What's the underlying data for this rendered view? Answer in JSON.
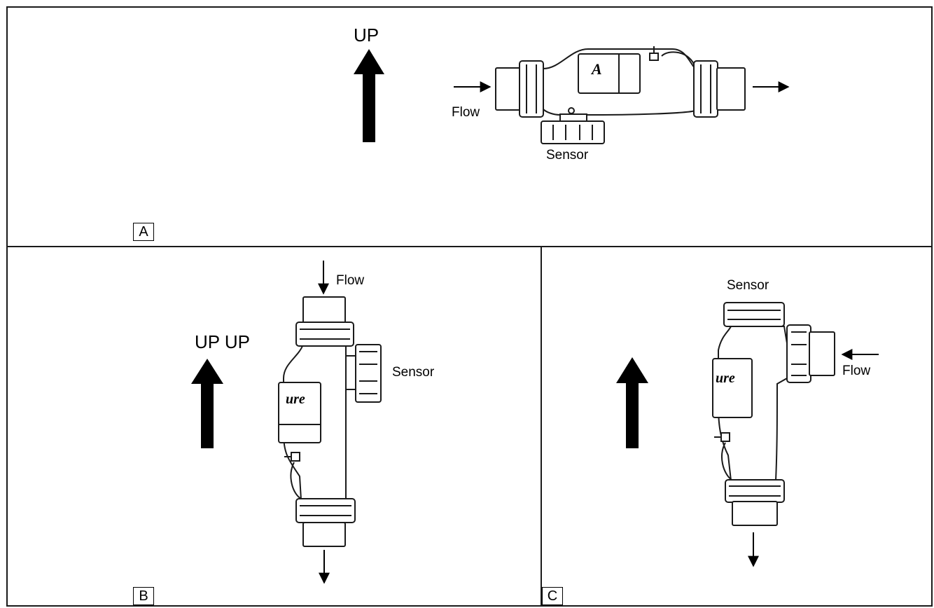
{
  "panels": [
    {
      "id": "A",
      "label": "A",
      "up_label": "UP",
      "flow_label": "Flow",
      "sensor_label": "Sensor",
      "brand_fragment": "A"
    },
    {
      "id": "B",
      "label": "B",
      "up_label": "UP UP",
      "flow_label": "Flow",
      "sensor_label": "Sensor",
      "brand_fragment": "ure"
    },
    {
      "id": "C",
      "label": "C",
      "up_label": "",
      "flow_label": "Flow",
      "sensor_label": "Sensor",
      "brand_fragment": "ure"
    }
  ],
  "colors": {
    "line": "#1a1a1a",
    "fill": "#ffffff",
    "arrow": "#000000"
  }
}
